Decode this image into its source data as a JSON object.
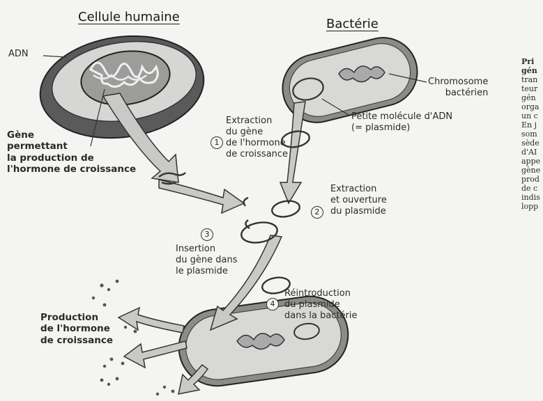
{
  "headings": {
    "human_cell": "Cellule humaine",
    "bacterium": "Bactérie"
  },
  "labels": {
    "dna": "ADN",
    "gene": "Gène\npermettant\nla production de\nl'hormone de croissance",
    "chromosome": "Chromosome\nbactérien",
    "plasmid": "Petite molécule d'ADN\n(= plasmide)",
    "production": "Production\nde l'hormone\nde croissance"
  },
  "steps": [
    {
      "number": "1",
      "text": "Extraction\ndu gène\nde l'hormone\nde croissance"
    },
    {
      "number": "2",
      "text": "Extraction\net ouverture\ndu plasmide"
    },
    {
      "number": "3",
      "text": "Insertion\ndu gène dans\nle plasmide"
    },
    {
      "number": "4",
      "text": "Réintroduction\ndu plasmide\ndans la bactérie"
    }
  ],
  "side_text": [
    "Pri",
    "gén",
    "tran",
    "teur",
    "gén",
    "orga",
    "un c",
    "En j",
    "som",
    "sède",
    "d'AI",
    "appe",
    "gène",
    "prod",
    "de c",
    "indis",
    "lopp"
  ]
}
